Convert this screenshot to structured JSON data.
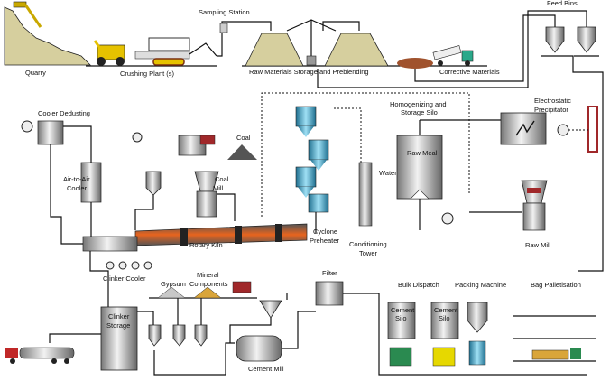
{
  "labels": {
    "quarry": "Quarry",
    "crushing_plant": "Crushing Plant (s)",
    "sampling_station": "Sampling Station",
    "raw_materials_storage": "Raw Materials Storage and Preblending",
    "corrective_materials": "Corrective Materials",
    "feed_bins": "Feed Bins",
    "electrostatic_precipitator": [
      "Electrostatic",
      "Precipitator"
    ],
    "homogenizing_silo": [
      "Homogenizing and",
      "Storage Silo"
    ],
    "raw_meal": "Raw Meal",
    "water": "Water",
    "cooler_dedusting": "Cooler Dedusting",
    "coal": "Coal",
    "coal_mill": [
      "Coal",
      "Mill"
    ],
    "air_to_air_cooler": [
      "Air-to-Air",
      "Cooler"
    ],
    "cyclone_preheater": [
      "Cyclone",
      "Preheater"
    ],
    "conditioning_tower": [
      "Conditioning",
      "Tower"
    ],
    "raw_mill": "Raw Mill",
    "rotary_kiln": "Rotary Kiln",
    "clinker_cooler": "Clinker Cooler",
    "mineral_components": [
      "Mineral",
      "Components"
    ],
    "gypsum": "Gypsum",
    "filter": "Filter",
    "bulk_dispatch": "Bulk Dispatch",
    "packing_machine": "Packing Machine",
    "bag_palletisation": "Bag Palletisation",
    "cement_silo": [
      "Cement",
      "Silo"
    ],
    "clinker_storage": [
      "Clinker",
      "Storage"
    ],
    "cement_mill": "Cement Mill"
  },
  "colors": {
    "stockpile": "#d6cf9e",
    "corrective": "#a0522d",
    "kiln_flame": "#e8641e",
    "gypsum_pile": "#c8c8c8",
    "mineral_pile": "#d9a53a",
    "truck_red": "#a0282a",
    "preheater_blue": "#3aa0c8"
  }
}
